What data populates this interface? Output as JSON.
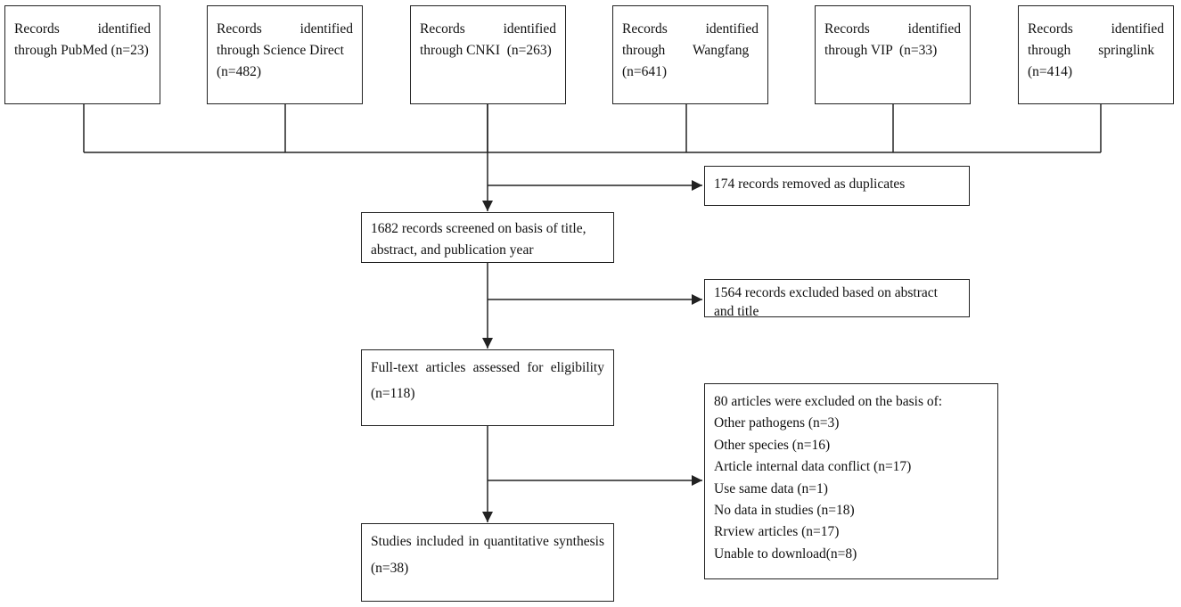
{
  "sources": [
    {
      "w1": "Records",
      "w2": "identified",
      "line2": "through PubMed (n=23)"
    },
    {
      "w1": "Records",
      "w2": "identified",
      "line2": "through Science Direct",
      "line3": "(n=482)"
    },
    {
      "w1": "Records",
      "w2": "identified",
      "line2": "through CNKI  (n=263)"
    },
    {
      "w1": "Records",
      "w2": "identified",
      "line2": "through        Wangfang",
      "line3": "(n=641)"
    },
    {
      "w1": "Records",
      "w2": "identified",
      "line2": "through VIP  (n=33)"
    },
    {
      "w1": "Records",
      "w2": "identified",
      "line2": "through        springlink",
      "line3": "(n=414)"
    }
  ],
  "duplicates": "174 records removed as duplicates",
  "screened": {
    "line1": "1682 records screened on basis of title,",
    "line2": "abstract, and publication year"
  },
  "excluded_abstract": {
    "line1": "1564 records excluded based on abstract",
    "line2": "and title"
  },
  "fulltext": {
    "line1": "Full-text articles assessed for eligibility",
    "line2": "(n=118)"
  },
  "included": {
    "line1": "Studies included in quantitative synthesis",
    "line2": "(n=38)"
  },
  "excluded_fulltext": {
    "header": "80 articles were excluded on the basis of:",
    "reasons": [
      "Other pathogens (n=3)",
      "Other species (n=16)",
      "Article internal data conflict (n=17)",
      "Use same data (n=1)",
      "No data in studies (n=18)",
      "Rrview articles (n=17)",
      "Unable to download(n=8)"
    ]
  }
}
